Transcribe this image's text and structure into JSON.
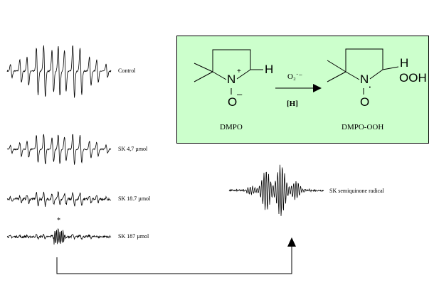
{
  "spectra_labels": {
    "control": "Control",
    "sk47": "SK   4,7  µmol",
    "sk187a": "SK 18.7  µmol",
    "sk187b": "SK 187  µmol",
    "semiquinone": "SK semiquinone radical",
    "asterisk": "*"
  },
  "reaction": {
    "reactant": "DMPO",
    "product": "DMPO-OOH",
    "reagent_top": "O₂˙⁻",
    "reagent_bottom": "[H]",
    "atoms": {
      "N": "N",
      "O": "O",
      "H": "H",
      "OOH": "OOH",
      "plus": "+",
      "minus": "–",
      "dot": "·"
    }
  },
  "colors": {
    "box_fill": "#ccffcc"
  }
}
